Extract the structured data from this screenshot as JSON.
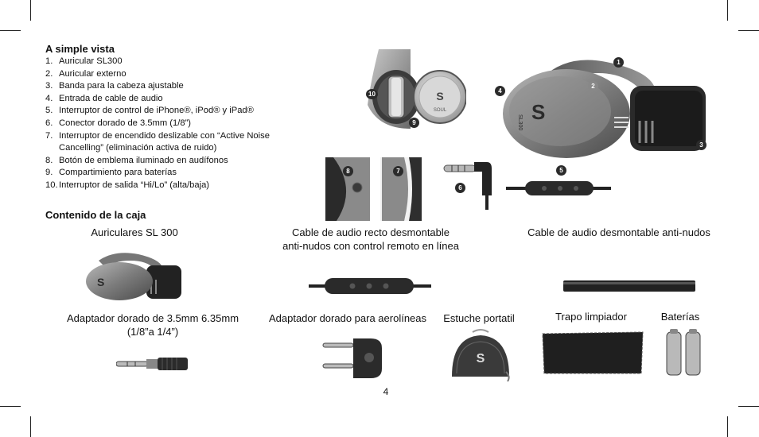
{
  "at_a_glance": {
    "title": "A simple vista",
    "items": [
      {
        "num": "1.",
        "text": "Auricular SL300"
      },
      {
        "num": "2.",
        "text": "Auricular externo"
      },
      {
        "num": "3.",
        "text": "Banda para la cabeza ajustable"
      },
      {
        "num": "4.",
        "text": "Entrada de cable de audio"
      },
      {
        "num": "5.",
        "text": "Interruptor de control de iPhone®, iPod® y iPad®"
      },
      {
        "num": "6.",
        "text": "Conector dorado de 3.5mm (1/8”)"
      },
      {
        "num": "7.",
        "text": "Interruptor de encendido deslizable con “Active Noise Cancelling” (eliminación activa de ruido)"
      },
      {
        "num": "8.",
        "text": "Botón de emblema iluminado en audífonos"
      },
      {
        "num": "9.",
        "text": "Compartimiento para baterías"
      },
      {
        "num": "10.",
        "text": "Interruptor de salida “Hi/Lo” (alta/baja)"
      }
    ]
  },
  "box_contents": {
    "title": "Contenido de la caja",
    "headphones": "Auriculares SL 300",
    "straight_cable_line1": "Cable de audio recto desmontable",
    "straight_cable_line2": "anti-nudos  con control remoto en línea",
    "detachable_cable": "Cable de audio desmontable anti-nudos",
    "adapter_line1": "Adaptador dorado de 3.5mm 6.35mm",
    "adapter_line2": "(1/8”a 1/4”)",
    "airline_adapter": "Adaptador dorado para aerolíneas",
    "case": "Estuche portatil",
    "cloth": "Trapo limpiador",
    "batteries": "Baterías"
  },
  "callouts": {
    "n1": "1",
    "n2": "2",
    "n3": "3",
    "n4": "4",
    "n5": "5",
    "n6": "6",
    "n7": "7",
    "n8": "8",
    "n9": "9",
    "n10": "10"
  },
  "brand": {
    "logo_text": "SOUL",
    "logo_text_vertical": "SL300"
  },
  "page_number": "4"
}
